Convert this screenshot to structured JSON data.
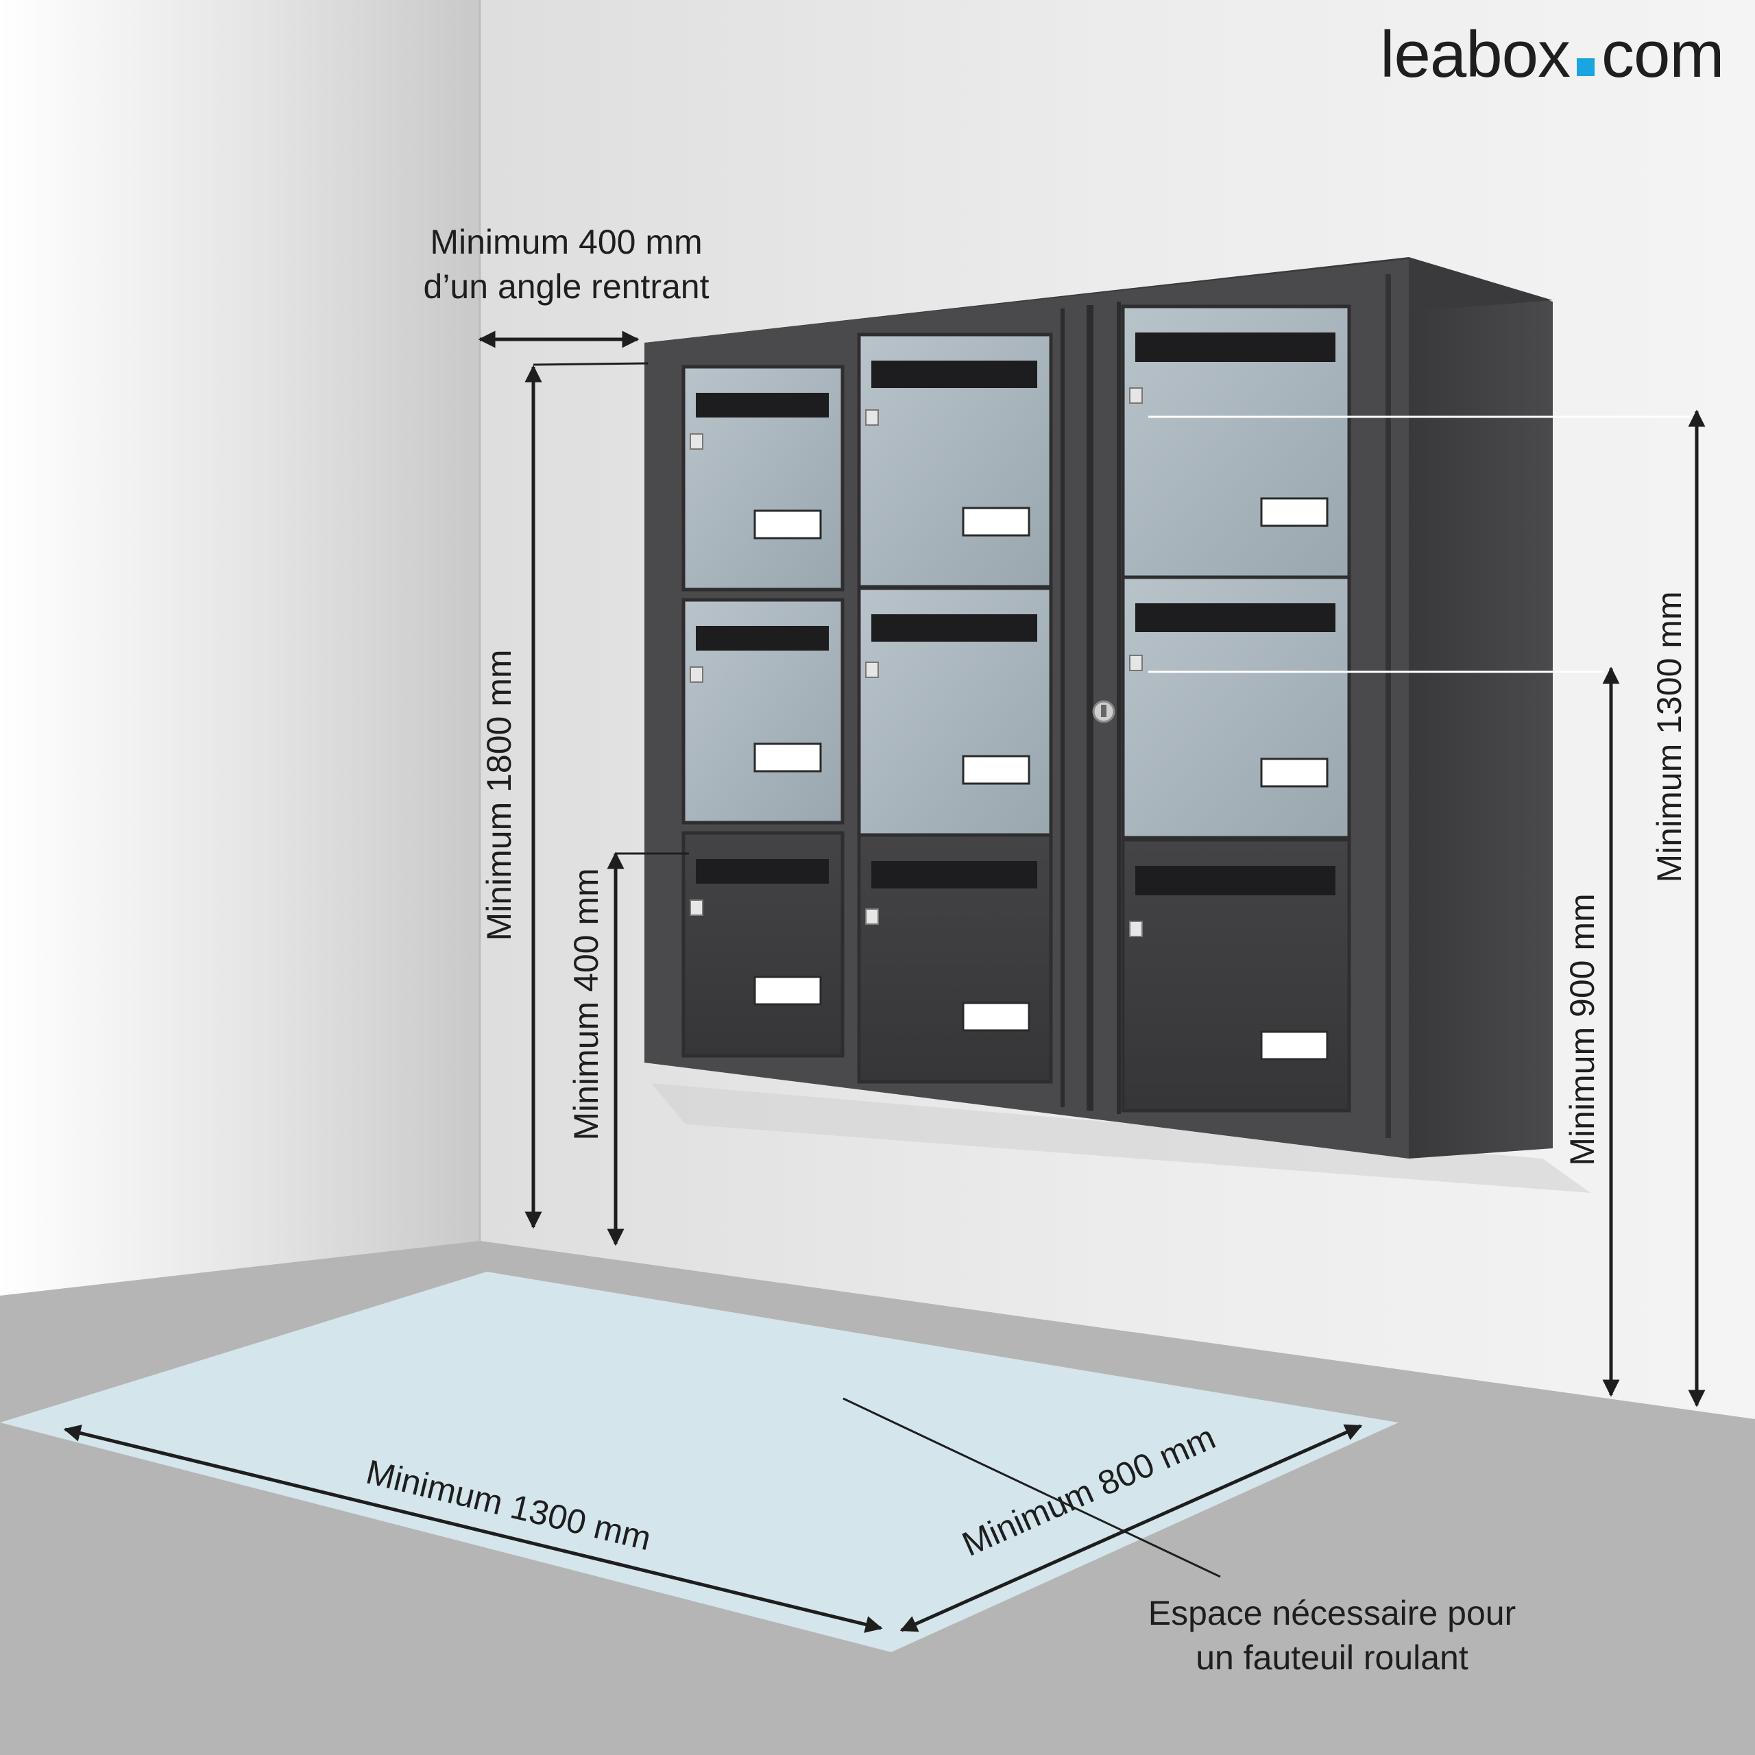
{
  "brand": {
    "logo_left": "leabox",
    "logo_right": "com",
    "logo_dot_color": "#1aa5e0"
  },
  "colors": {
    "cabinet": "#474749",
    "cabinet_dark": "#2f2f31",
    "door_silver": "#a7b3ba",
    "door_dark": "#3d3d3f",
    "floor": "#b3b3b3",
    "wheelchair_zone": "#d4e5ec",
    "wall_left": "#cdcdcd",
    "wall_right": "#ececec"
  },
  "labels": {
    "corner_distance": [
      "Minimum 400 mm",
      "d’un angle rentrant"
    ],
    "height_top": "Minimum 1800 mm",
    "height_bottom": "Minimum 400 mm",
    "reach_high": "Minimum 1300 mm",
    "reach_low": "Minimum 900 mm",
    "floor_width": "Minimum 1300 mm",
    "floor_depth": "Minimum 800 mm",
    "wheelchair_note": [
      "Espace nécessaire pour",
      "un fauteuil roulant"
    ]
  },
  "icons": {
    "lock": "lock-icon",
    "name_plate": "name-plate-icon",
    "mail_slot": "mail-slot-icon"
  }
}
